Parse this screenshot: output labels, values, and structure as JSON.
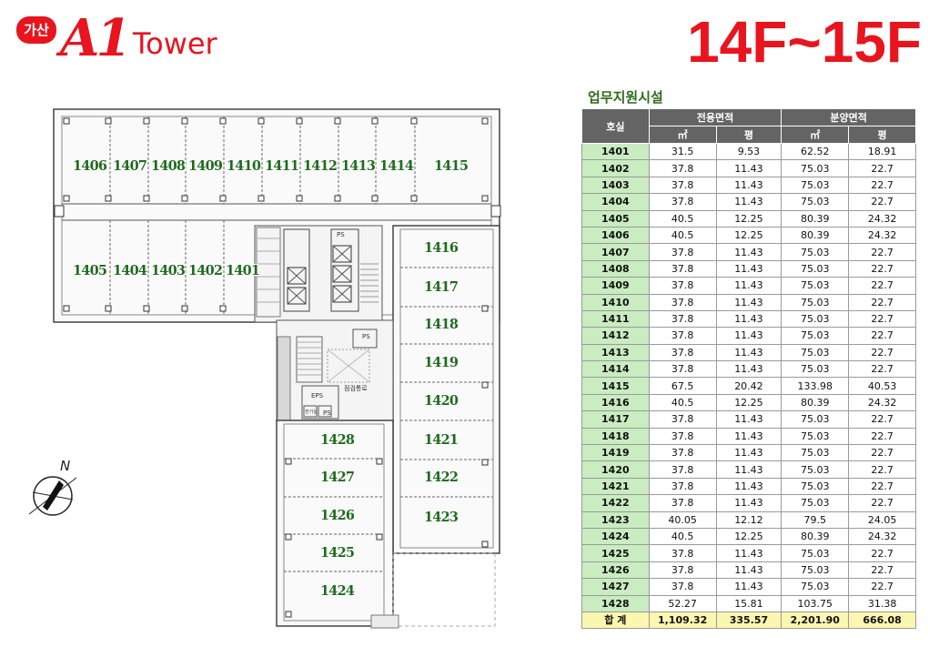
{
  "logo": {
    "badge": "가산",
    "mark": "A1",
    "name": "Tower"
  },
  "floor_title": "14F~15F",
  "table": {
    "caption": "업무지원시설",
    "header": {
      "unit": "호실",
      "exclusive": "전용면적",
      "sale": "분양면적",
      "m2": "㎡",
      "pyeong": "평"
    },
    "rows": [
      [
        "1401",
        "31.5",
        "9.53",
        "62.52",
        "18.91"
      ],
      [
        "1402",
        "37.8",
        "11.43",
        "75.03",
        "22.7"
      ],
      [
        "1403",
        "37.8",
        "11.43",
        "75.03",
        "22.7"
      ],
      [
        "1404",
        "37.8",
        "11.43",
        "75.03",
        "22.7"
      ],
      [
        "1405",
        "40.5",
        "12.25",
        "80.39",
        "24.32"
      ],
      [
        "1406",
        "40.5",
        "12.25",
        "80.39",
        "24.32"
      ],
      [
        "1407",
        "37.8",
        "11.43",
        "75.03",
        "22.7"
      ],
      [
        "1408",
        "37.8",
        "11.43",
        "75.03",
        "22.7"
      ],
      [
        "1409",
        "37.8",
        "11.43",
        "75.03",
        "22.7"
      ],
      [
        "1410",
        "37.8",
        "11.43",
        "75.03",
        "22.7"
      ],
      [
        "1411",
        "37.8",
        "11.43",
        "75.03",
        "22.7"
      ],
      [
        "1412",
        "37.8",
        "11.43",
        "75.03",
        "22.7"
      ],
      [
        "1413",
        "37.8",
        "11.43",
        "75.03",
        "22.7"
      ],
      [
        "1414",
        "37.8",
        "11.43",
        "75.03",
        "22.7"
      ],
      [
        "1415",
        "67.5",
        "20.42",
        "133.98",
        "40.53"
      ],
      [
        "1416",
        "40.5",
        "12.25",
        "80.39",
        "24.32"
      ],
      [
        "1417",
        "37.8",
        "11.43",
        "75.03",
        "22.7"
      ],
      [
        "1418",
        "37.8",
        "11.43",
        "75.03",
        "22.7"
      ],
      [
        "1419",
        "37.8",
        "11.43",
        "75.03",
        "22.7"
      ],
      [
        "1420",
        "37.8",
        "11.43",
        "75.03",
        "22.7"
      ],
      [
        "1421",
        "37.8",
        "11.43",
        "75.03",
        "22.7"
      ],
      [
        "1422",
        "37.8",
        "11.43",
        "75.03",
        "22.7"
      ],
      [
        "1423",
        "40.05",
        "12.12",
        "79.5",
        "24.05"
      ],
      [
        "1424",
        "40.5",
        "12.25",
        "80.39",
        "24.32"
      ],
      [
        "1425",
        "37.8",
        "11.43",
        "75.03",
        "22.7"
      ],
      [
        "1426",
        "37.8",
        "11.43",
        "75.03",
        "22.7"
      ],
      [
        "1427",
        "37.8",
        "11.43",
        "75.03",
        "22.7"
      ],
      [
        "1428",
        "52.27",
        "15.81",
        "103.75",
        "31.38"
      ]
    ],
    "total": [
      "합  계",
      "1,109.32",
      "335.57",
      "2,201.90",
      "666.08"
    ]
  },
  "plan": {
    "units_top": [
      "1406",
      "1407",
      "1408",
      "1409",
      "1410",
      "1411",
      "1412",
      "1413",
      "1414",
      "1415"
    ],
    "units_mid": [
      "1405",
      "1404",
      "1403",
      "1402",
      "1401"
    ],
    "units_right": [
      "1416",
      "1417",
      "1418",
      "1419",
      "1420",
      "1421",
      "1422",
      "1423"
    ],
    "units_left": [
      "1428",
      "1427",
      "1426",
      "1425",
      "1424"
    ],
    "labels": {
      "ps1": "PS",
      "ps2": "PS",
      "ps3": "PS",
      "eps": "EPS",
      "inspection": "점검통로",
      "small_room": "전기실"
    },
    "compass": "N"
  }
}
